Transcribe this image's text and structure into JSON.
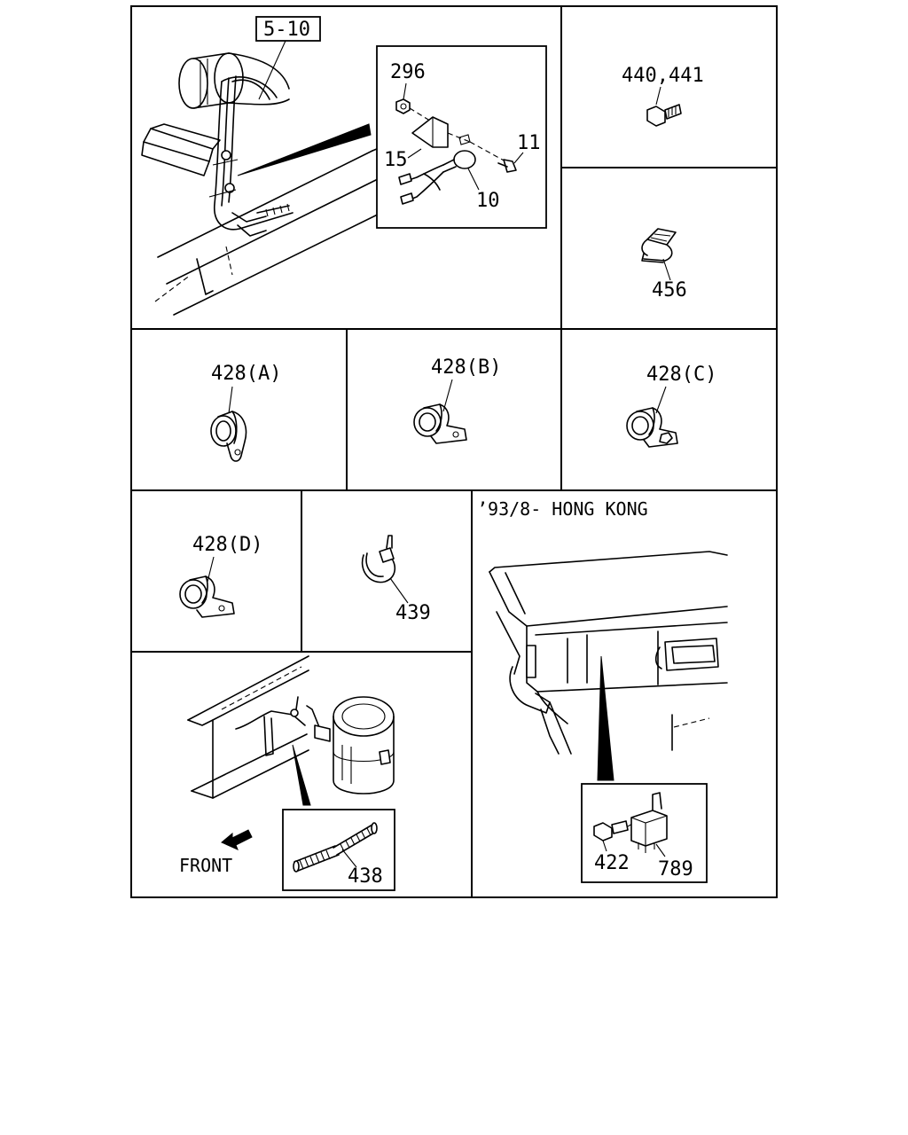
{
  "diagram": {
    "ref_box": "5-10",
    "panel_labels": {
      "p1_detail": [
        "296",
        "15",
        "11",
        "10"
      ],
      "p2": "440,441",
      "p3": "456",
      "p4": "428(A)",
      "p5": "428(B)",
      "p6": "428(C)",
      "p7": "428(D)",
      "p8": "439",
      "p9_caption": "’93/8- HONG KONG",
      "p9_detail": [
        "422",
        "789"
      ],
      "p10_front": "FRONT",
      "p10_detail": "438"
    }
  }
}
